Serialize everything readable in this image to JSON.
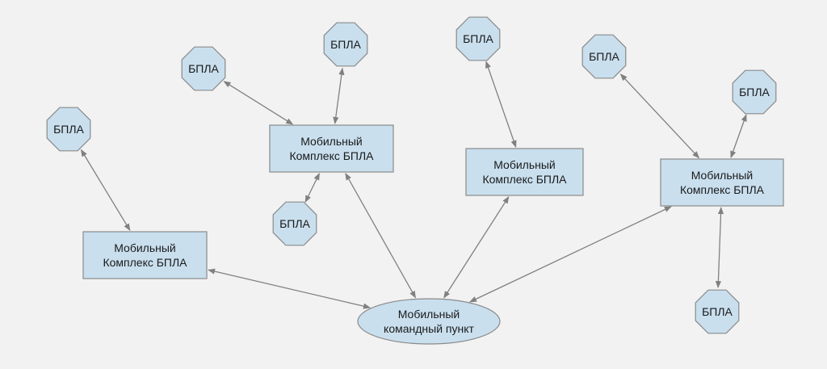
{
  "nodes": [
    {
      "id": "command",
      "shape": "ellipse",
      "lines": [
        "Мобильный",
        "командный пункт"
      ]
    },
    {
      "id": "complex1",
      "shape": "rect",
      "lines": [
        "Мобильный",
        "Комплекс БПЛА"
      ]
    },
    {
      "id": "complex2",
      "shape": "rect",
      "lines": [
        "Мобильный",
        "Комплекс БПЛА"
      ]
    },
    {
      "id": "complex3",
      "shape": "rect",
      "lines": [
        "Мобильный",
        "Комплекс БПЛА"
      ]
    },
    {
      "id": "complex4",
      "shape": "rect",
      "lines": [
        "Мобильный",
        "Комплекс БПЛА"
      ]
    },
    {
      "id": "uav1",
      "shape": "octagon",
      "lines": [
        "БПЛА"
      ]
    },
    {
      "id": "uav2",
      "shape": "octagon",
      "lines": [
        "БПЛА"
      ]
    },
    {
      "id": "uav3",
      "shape": "octagon",
      "lines": [
        "БПЛА"
      ]
    },
    {
      "id": "uav4",
      "shape": "octagon",
      "lines": [
        "БПЛА"
      ]
    },
    {
      "id": "uav5",
      "shape": "octagon",
      "lines": [
        "БПЛА"
      ]
    },
    {
      "id": "uav6",
      "shape": "octagon",
      "lines": [
        "БПЛА"
      ]
    },
    {
      "id": "uav7",
      "shape": "octagon",
      "lines": [
        "БПЛА"
      ]
    },
    {
      "id": "uav8",
      "shape": "octagon",
      "lines": [
        "БПЛА"
      ]
    }
  ],
  "edges": [
    {
      "from": "uav1",
      "to": "complex1"
    },
    {
      "from": "uav2",
      "to": "complex2"
    },
    {
      "from": "uav3",
      "to": "complex2"
    },
    {
      "from": "uav4",
      "to": "complex2"
    },
    {
      "from": "uav5",
      "to": "complex3"
    },
    {
      "from": "uav6",
      "to": "complex4"
    },
    {
      "from": "uav7",
      "to": "complex4"
    },
    {
      "from": "uav8",
      "to": "complex4"
    },
    {
      "from": "complex1",
      "to": "command"
    },
    {
      "from": "complex2",
      "to": "command"
    },
    {
      "from": "complex3",
      "to": "command"
    },
    {
      "from": "complex4",
      "to": "command"
    }
  ],
  "colors": {
    "node_fill": "#c9dfee",
    "node_stroke": "#8a8a8a",
    "edge": "#808080",
    "background": "#f2f2f2"
  }
}
